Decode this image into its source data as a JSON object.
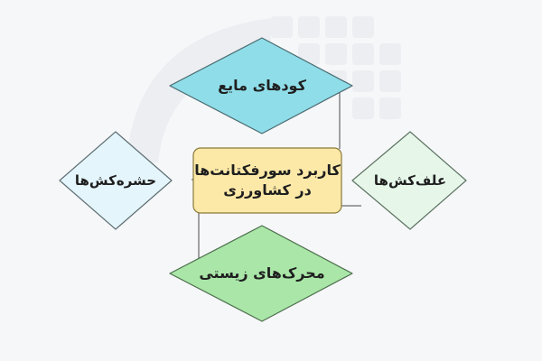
{
  "diagram": {
    "center": {
      "label": "کاربرد سورفکتانت‌ها\nدر کشاورزی",
      "fill": "#fce9a8",
      "stroke": "#8a7a3a"
    },
    "nodes": [
      {
        "id": "top",
        "label": "کودهای مایع",
        "fill": "#8fdde9",
        "stroke": "#4a6b70"
      },
      {
        "id": "left",
        "label": "حشره‌کش‌ها",
        "fill": "#e4f5fb",
        "stroke": "#5f6f74"
      },
      {
        "id": "right",
        "label": "علف‌کش‌ها",
        "fill": "#e6f7ea",
        "stroke": "#5f7463"
      },
      {
        "id": "bottom",
        "label": "محرک‌های زیستی",
        "fill": "#a9e6a8",
        "stroke": "#4d6e4c"
      }
    ],
    "connector_color": "#4a4a4a",
    "watermark_color": "#eceef2"
  }
}
